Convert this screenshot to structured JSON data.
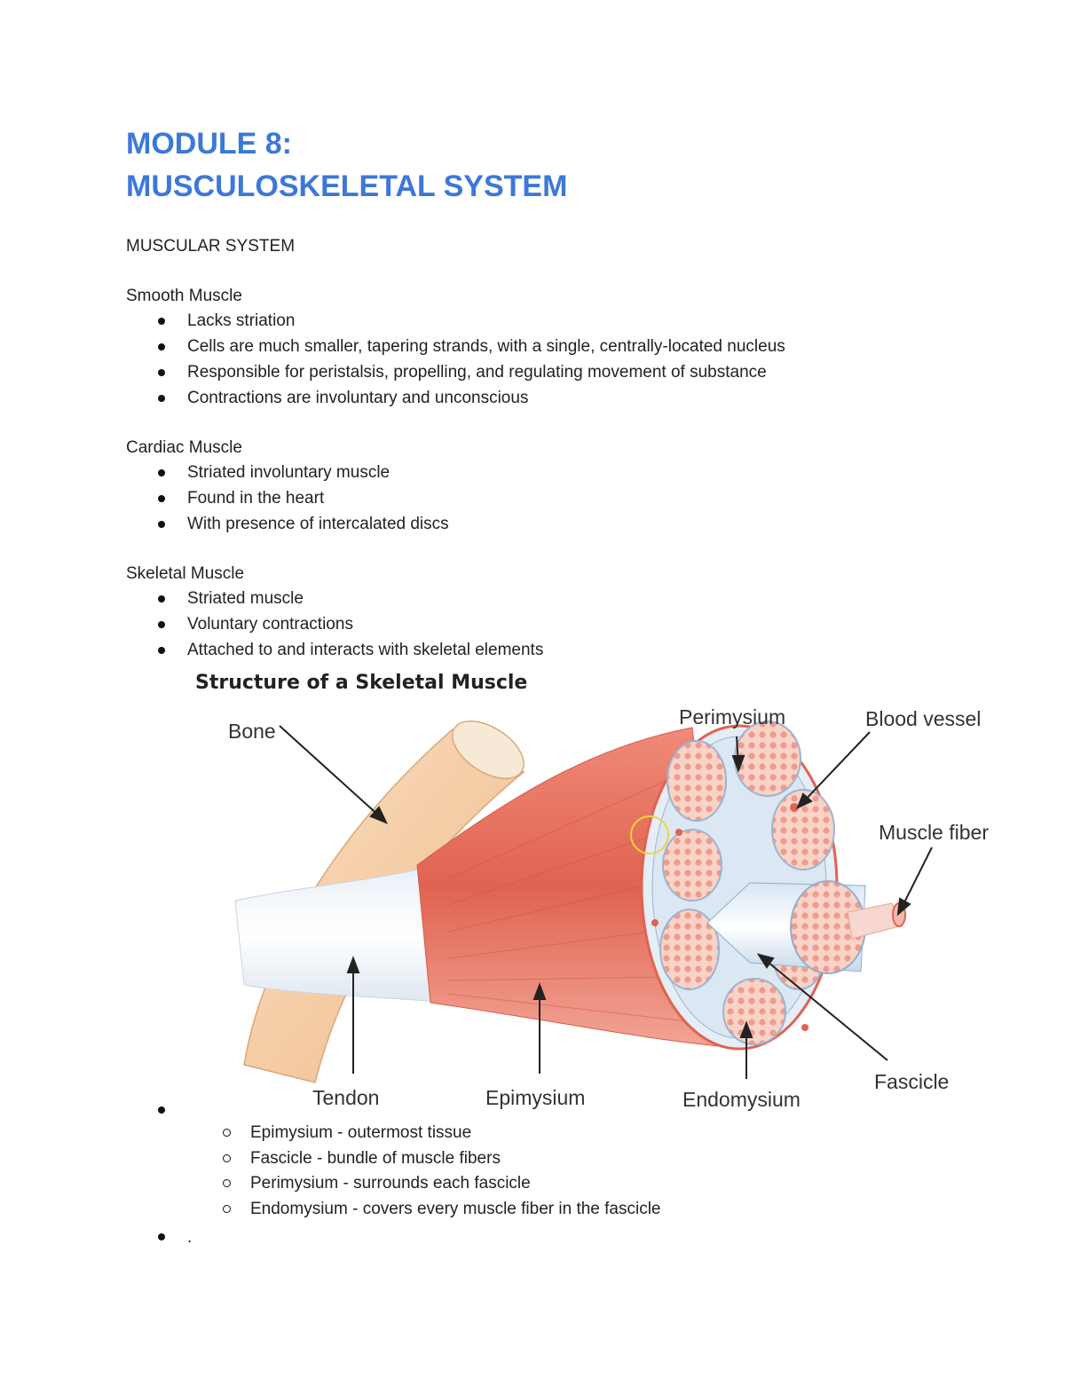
{
  "title_line1": "MODULE 8:",
  "title_line2": "MUSCULOSKELETAL SYSTEM",
  "section_heading": "MUSCULAR SYSTEM",
  "smooth": {
    "heading": "Smooth Muscle",
    "items": [
      "Lacks striation",
      "Cells are much smaller, tapering strands, with a single, centrally-located nucleus",
      "Responsible for peristalsis, propelling, and regulating movement of substance",
      "Contractions are involuntary and unconscious"
    ]
  },
  "cardiac": {
    "heading": "Cardiac Muscle",
    "items": [
      "Striated involuntary muscle",
      "Found in the heart",
      "With presence of intercalated discs"
    ]
  },
  "skeletal": {
    "heading": "Skeletal Muscle",
    "items": [
      "Striated muscle",
      "Voluntary contractions",
      "Attached to and interacts with skeletal elements"
    ]
  },
  "figure": {
    "title": "Structure of a Skeletal Muscle",
    "labels": {
      "bone": "Bone",
      "perimysium": "Perimysium",
      "blood_vessel": "Blood vessel",
      "muscle_fiber": "Muscle fiber",
      "tendon": "Tendon",
      "epimysium": "Epimysium",
      "endomysium": "Endomysium",
      "fascicle": "Fascicle"
    }
  },
  "figure_notes": [
    "Epimysium - outermost tissue",
    "Fascicle - bundle of muscle fibers",
    "Perimysium - surrounds each fascicle",
    "Endomysium - covers every muscle fiber in the fascicle"
  ],
  "last_bullet": "."
}
